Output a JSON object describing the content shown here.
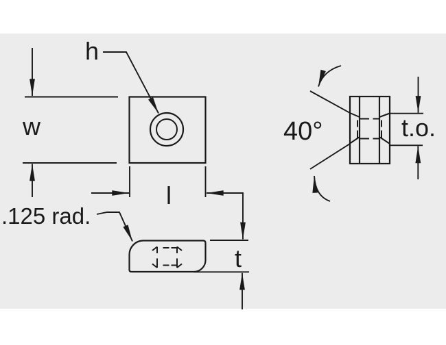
{
  "page": {
    "background_color": "#ffffff",
    "canvas_color": "#ececec",
    "line_color": "#1a1a1a",
    "description": "T-slot nut engineering drawing with three orthographic views"
  },
  "labels": {
    "hole": "h",
    "width": "w",
    "length": "l",
    "thickness": "t",
    "thread_offset": "t.o.",
    "angle": "40°",
    "corner_radius": ".125 rad."
  }
}
